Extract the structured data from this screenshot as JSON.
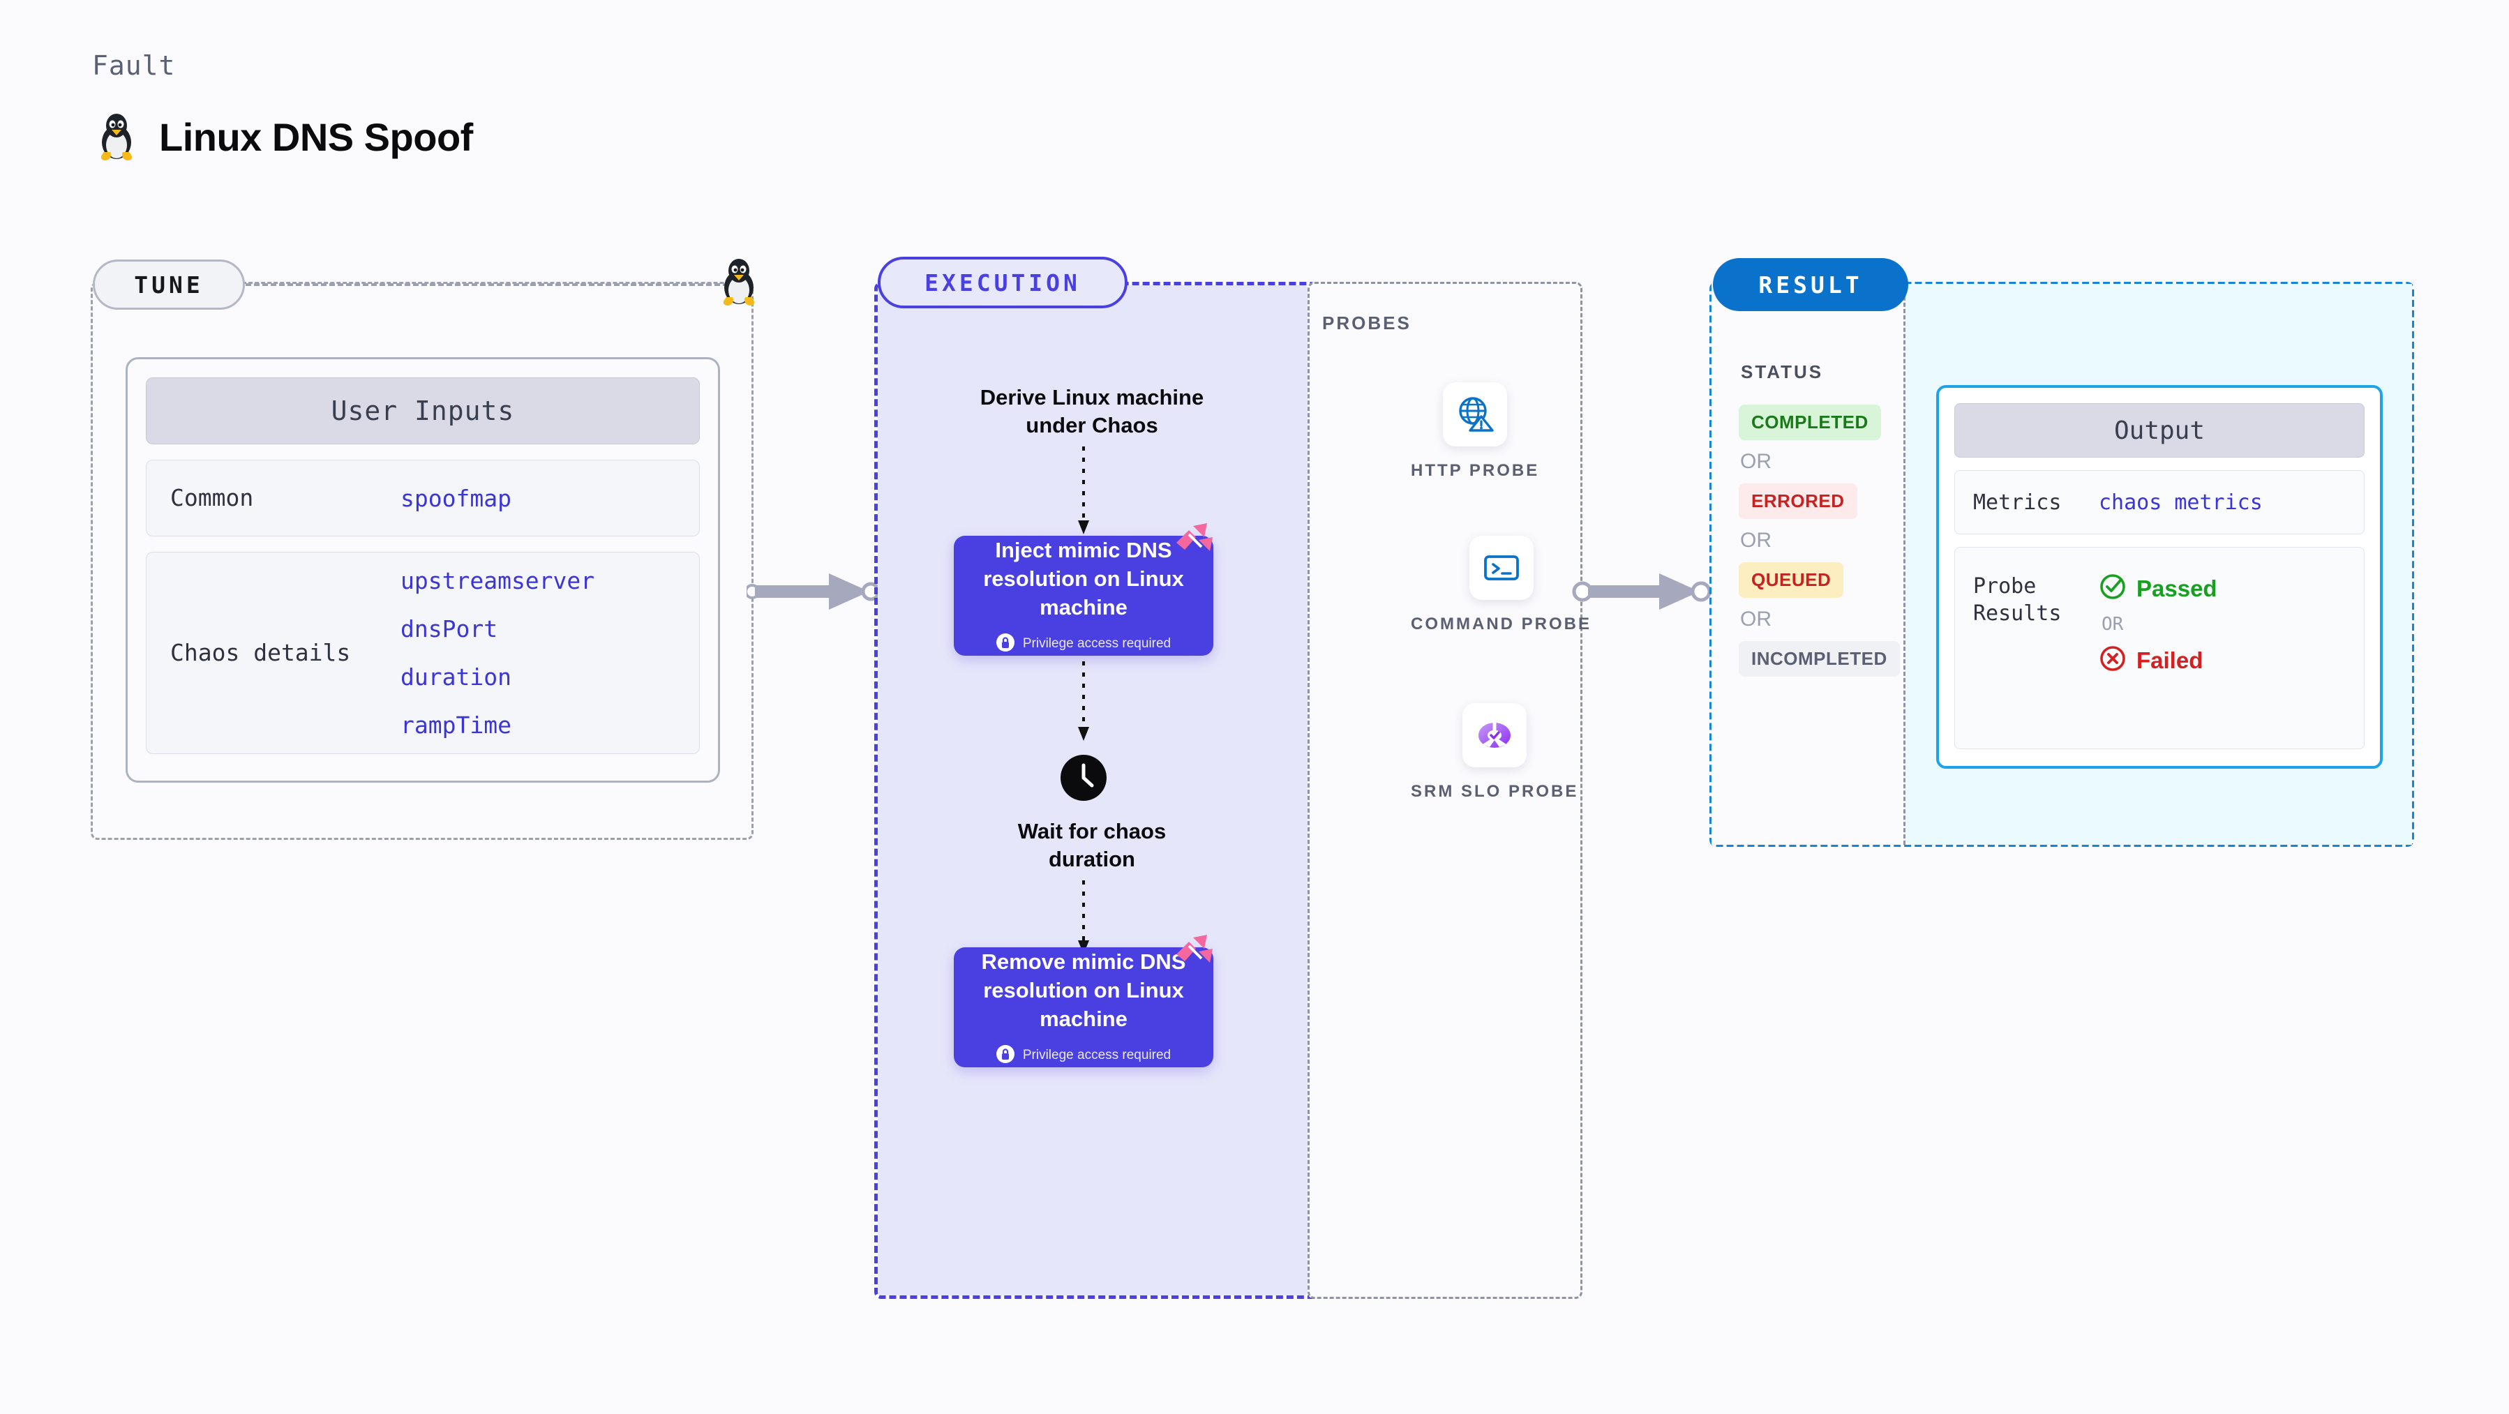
{
  "header": {
    "kicker": "Fault",
    "title": "Linux DNS Spoof",
    "icon": "linux-tux-icon"
  },
  "tune": {
    "badge": "TUNE",
    "card_title": "User Inputs",
    "rows": [
      {
        "key": "Common",
        "values": [
          "spoofmap"
        ]
      },
      {
        "key": "Chaos details",
        "values": [
          "upstreamserver",
          "dnsPort",
          "duration",
          "rampTime"
        ]
      }
    ]
  },
  "execution": {
    "badge": "EXECUTION",
    "start_node": "Derive Linux machine under Chaos",
    "inject_task": {
      "title": "Inject mimic DNS resolution on Linux machine",
      "privilege_note": "Privilege access required"
    },
    "wait_node": "Wait for chaos duration",
    "remove_task": {
      "title": "Remove mimic DNS resolution on Linux machine",
      "privilege_note": "Privilege access required"
    }
  },
  "probes": {
    "label": "PROBES",
    "items": [
      {
        "name": "HTTP PROBE",
        "icon": "globe-warning-icon"
      },
      {
        "name": "COMMAND PROBE",
        "icon": "terminal-icon"
      },
      {
        "name": "SRM SLO PROBE",
        "icon": "slo-donut-check-icon"
      }
    ]
  },
  "result": {
    "badge": "RESULT",
    "status_label": "STATUS",
    "or_label": "OR",
    "statuses": [
      {
        "text": "COMPLETED",
        "bg": "#d9f5d9",
        "fg": "#1a7a1a"
      },
      {
        "text": "ERRORED",
        "bg": "#fdeaea",
        "fg": "#c62222"
      },
      {
        "text": "QUEUED",
        "bg": "#fdeec2",
        "fg": "#c62222"
      },
      {
        "text": "INCOMPLETED",
        "bg": "#f0f1f5",
        "fg": "#5a5f73"
      }
    ],
    "output": {
      "title": "Output",
      "metrics_key": "Metrics",
      "metrics_value": "chaos metrics",
      "probe_results_key": "Probe Results",
      "passed": "Passed",
      "failed": "Failed",
      "or_label": "OR"
    }
  },
  "colors": {
    "accent_purple": "#4a3fe0",
    "accent_blue": "#0b72cb",
    "accent_cyan": "#1fa3e8",
    "exec_fill": "#e6e6fa",
    "result_fill": "#eafaff",
    "pink_mark": "#f4679f",
    "arrow_gray": "#a6a9bd"
  }
}
